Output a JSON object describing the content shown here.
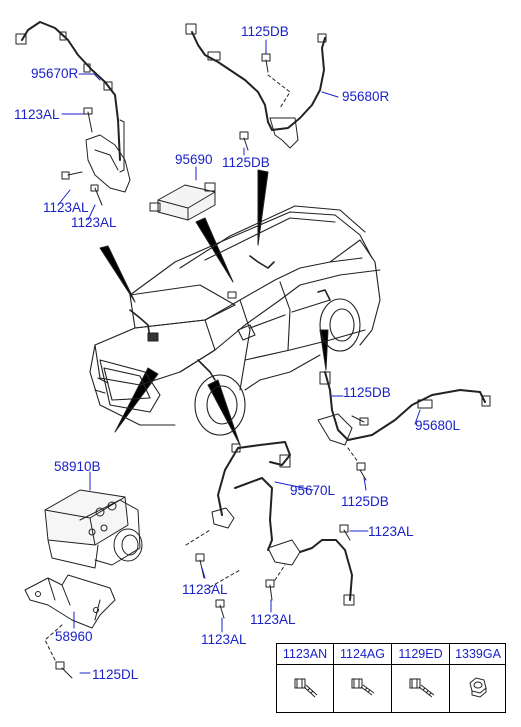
{
  "callouts": [
    {
      "id": "95670R_top",
      "text": "95670R"
    },
    {
      "id": "1123AL_a",
      "text": "1123AL"
    },
    {
      "id": "1123AL_b",
      "text": "1123AL"
    },
    {
      "id": "1123AL_c",
      "text": "1123AL"
    },
    {
      "id": "1125DB_top",
      "text": "1125DB"
    },
    {
      "id": "95680R",
      "text": "95680R"
    },
    {
      "id": "95690",
      "text": "95690"
    },
    {
      "id": "1125DB_mid",
      "text": "1125DB"
    },
    {
      "id": "1125DB_right1",
      "text": "1125DB"
    },
    {
      "id": "95680L",
      "text": "95680L"
    },
    {
      "id": "1125DB_right2",
      "text": "1125DB"
    },
    {
      "id": "58910B",
      "text": "58910B"
    },
    {
      "id": "95670L",
      "text": "95670L"
    },
    {
      "id": "1123AL_d",
      "text": "1123AL"
    },
    {
      "id": "1123AL_e",
      "text": "1123AL"
    },
    {
      "id": "1123AL_f",
      "text": "1123AL"
    },
    {
      "id": "1123AL_g",
      "text": "1123AL"
    },
    {
      "id": "58960",
      "text": "58960"
    },
    {
      "id": "1125DL",
      "text": "1125DL"
    }
  ],
  "legend": {
    "items": [
      {
        "code": "1123AN",
        "icon": "bolt-icon"
      },
      {
        "code": "1124AG",
        "icon": "bolt-icon"
      },
      {
        "code": "1129ED",
        "icon": "bolt-icon"
      },
      {
        "code": "1339GA",
        "icon": "nut-icon"
      }
    ]
  },
  "colors": {
    "callout_text": "#1a22c8",
    "line": "#000000"
  }
}
